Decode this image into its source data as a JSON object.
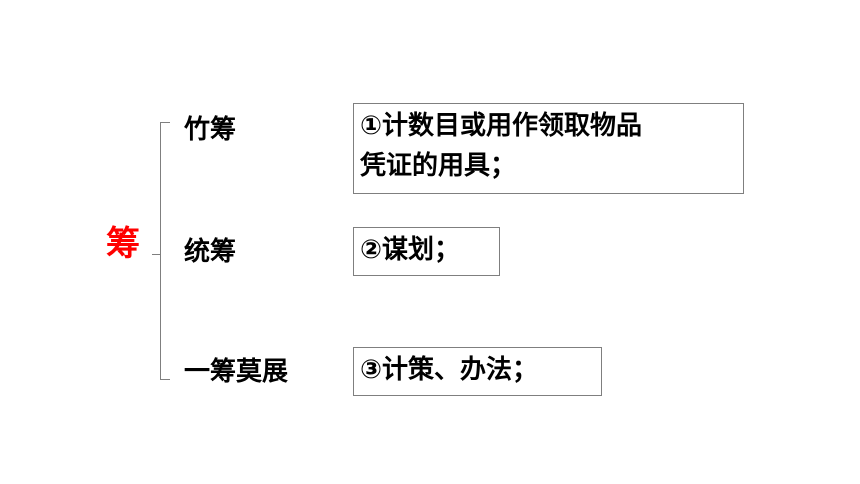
{
  "main": {
    "char": "筹"
  },
  "items": [
    {
      "label": "竹筹"
    },
    {
      "label": "统筹"
    },
    {
      "label": "一筹莫展"
    }
  ],
  "definitions": [
    {
      "lines": [
        "①计数目或用作领取物品",
        "凭证的用具；"
      ]
    },
    {
      "lines": [
        "②谋划；"
      ]
    },
    {
      "lines": [
        "③计策、办法；"
      ]
    }
  ],
  "colors": {
    "main": "#ff0000",
    "text": "#000000",
    "border": "#7f7f7f"
  }
}
